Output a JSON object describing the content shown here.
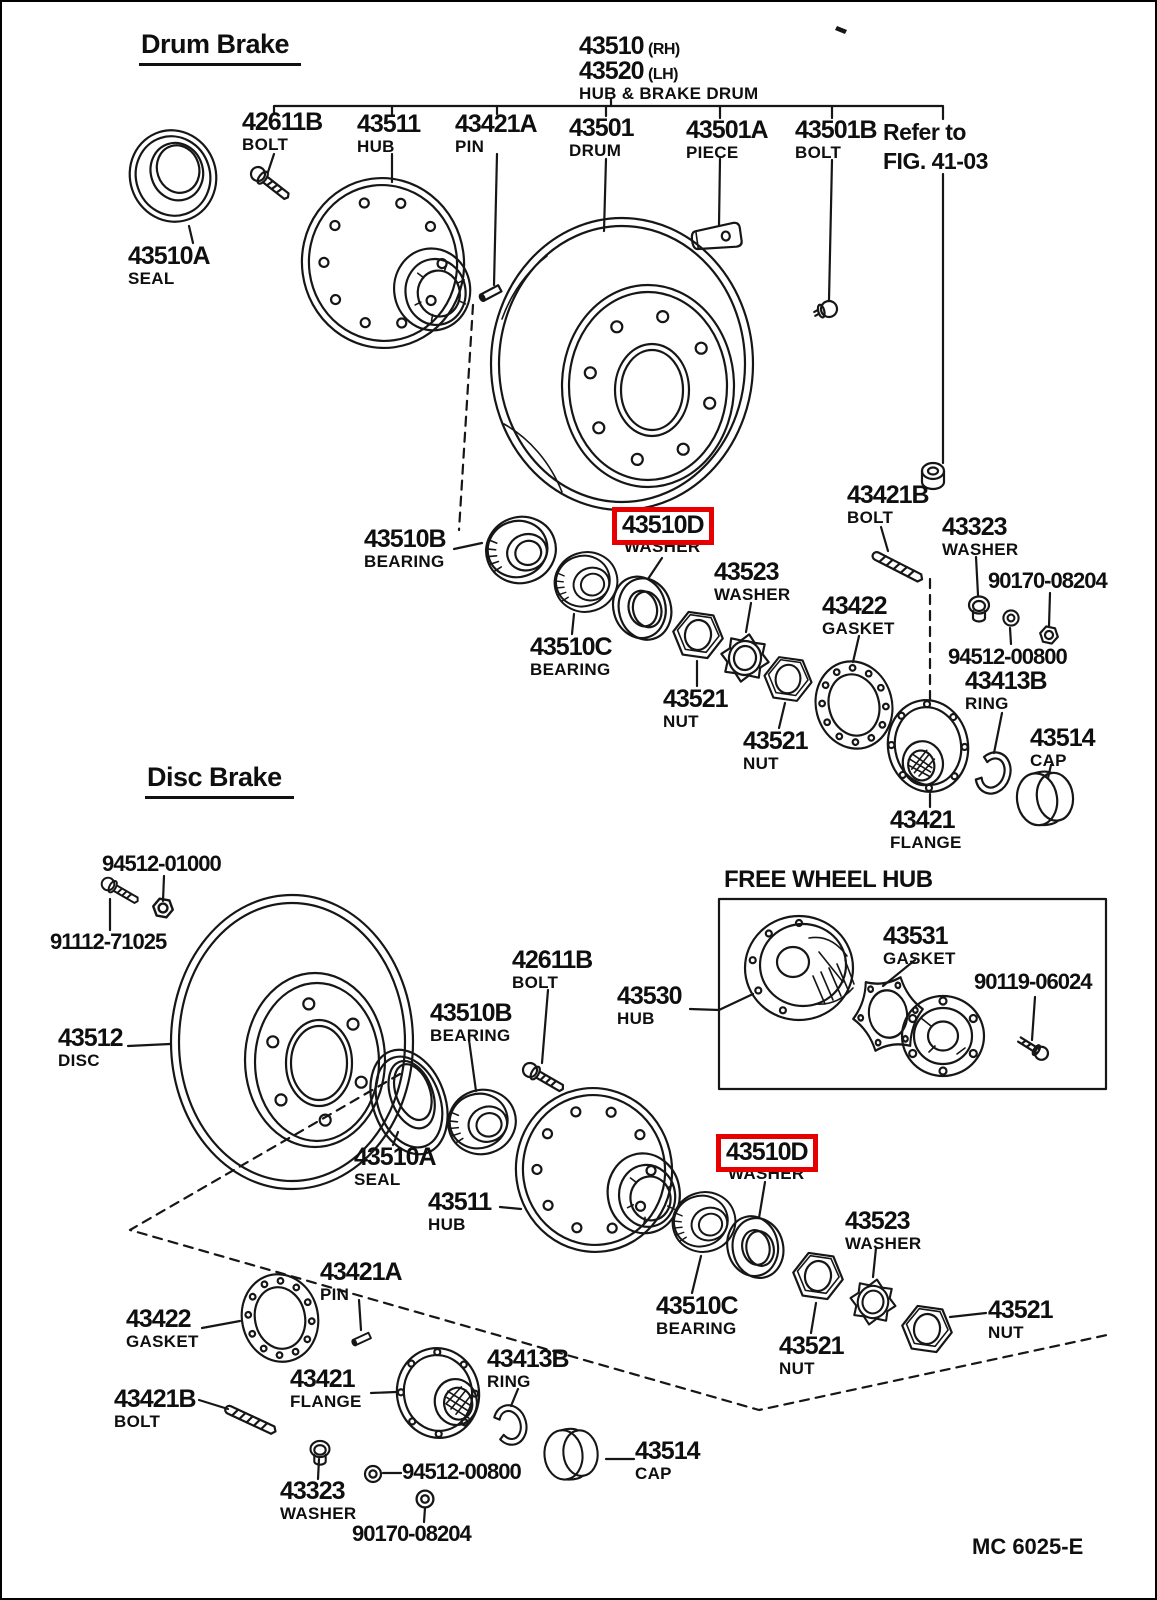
{
  "document": {
    "drum_section_title": "Drum Brake",
    "disc_section_title": "Disc Brake",
    "free_wheel_hub_title": "FREE WHEEL HUB",
    "figure_note_line1": "Refer to",
    "figure_note_line2": "FIG. 41-03",
    "doc_code": "MC 6025-E",
    "highlight_color": "#e60000"
  },
  "drum_header": {
    "rh_number": "43510",
    "rh_suffix": "(RH)",
    "lh_number": "43520",
    "lh_suffix": "(LH)",
    "assembly_name": "HUB & BRAKE DRUM"
  },
  "drum_parts": {
    "bolt42611b": {
      "num": "42611B",
      "name": "BOLT"
    },
    "hub43511": {
      "num": "43511",
      "name": "HUB"
    },
    "pin43421a": {
      "num": "43421A",
      "name": "PIN"
    },
    "drum43501": {
      "num": "43501",
      "name": "DRUM"
    },
    "piece43501a": {
      "num": "43501A",
      "name": "PIECE"
    },
    "bolt43501b": {
      "num": "43501B",
      "name": "BOLT"
    },
    "seal43510a": {
      "num": "43510A",
      "name": "SEAL"
    },
    "bearing43510b": {
      "num": "43510B",
      "name": "BEARING"
    },
    "washer43510d": {
      "num": "43510D",
      "name": "WASHER",
      "highlighted": true
    },
    "washer43523": {
      "num": "43523",
      "name": "WASHER"
    },
    "bearing43510c": {
      "num": "43510C",
      "name": "BEARING"
    },
    "nut43521_1": {
      "num": "43521",
      "name": "NUT"
    },
    "nut43521_2": {
      "num": "43521",
      "name": "NUT"
    },
    "gasket43422": {
      "num": "43422",
      "name": "GASKET"
    },
    "flange43421": {
      "num": "43421",
      "name": "FLANGE"
    },
    "ring43413b": {
      "num": "43413B",
      "name": "RING"
    },
    "cap43514": {
      "num": "43514",
      "name": "CAP"
    },
    "bolt43421b": {
      "num": "43421B",
      "name": "BOLT"
    },
    "washer43323": {
      "num": "43323",
      "name": "WASHER"
    },
    "nut90170": {
      "num": "90170-08204"
    },
    "washer94512": {
      "num": "94512-00800"
    }
  },
  "disc_parts": {
    "disc43512": {
      "num": "43512",
      "name": "DISC"
    },
    "bolt94512": {
      "num": "94512-01000"
    },
    "nut91112": {
      "num": "91112-71025"
    },
    "bolt42611b": {
      "num": "42611B",
      "name": "BOLT"
    },
    "bearing43510b": {
      "num": "43510B",
      "name": "BEARING"
    },
    "seal43510a": {
      "num": "43510A",
      "name": "SEAL"
    },
    "hub43511": {
      "num": "43511",
      "name": "HUB"
    },
    "washer43510d": {
      "num": "43510D",
      "name": "WASHER",
      "highlighted": true
    },
    "washer43523": {
      "num": "43523",
      "name": "WASHER"
    },
    "bearing43510c": {
      "num": "43510C",
      "name": "BEARING"
    },
    "nut43521_1": {
      "num": "43521",
      "name": "NUT"
    },
    "nut43521_2": {
      "num": "43521",
      "name": "NUT"
    },
    "pin43421a": {
      "num": "43421A",
      "name": "PIN"
    },
    "gasket43422": {
      "num": "43422",
      "name": "GASKET"
    },
    "bolt43421b": {
      "num": "43421B",
      "name": "BOLT"
    },
    "flange43421": {
      "num": "43421",
      "name": "FLANGE"
    },
    "ring43413b": {
      "num": "43413B",
      "name": "RING"
    },
    "washer43323": {
      "num": "43323",
      "name": "WASHER"
    },
    "washer94512": {
      "num": "94512-00800"
    },
    "washer90170": {
      "num": "90170-08204"
    },
    "cap43514": {
      "num": "43514",
      "name": "CAP"
    }
  },
  "fwh_parts": {
    "hub43530": {
      "num": "43530",
      "name": "HUB"
    },
    "gasket43531": {
      "num": "43531",
      "name": "GASKET"
    },
    "bolt90119": {
      "num": "90119-06024"
    }
  }
}
